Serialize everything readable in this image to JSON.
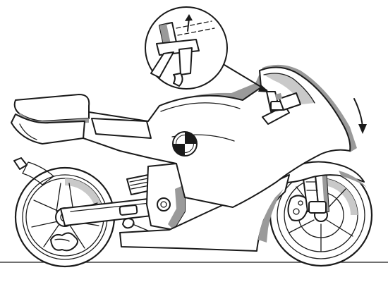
{
  "diagram": {
    "subject": "motorcycle-side-view",
    "callout": {
      "shape": "circle",
      "detail": "handlebar-adjustment",
      "arrow": "up"
    },
    "fairing_arrow": {
      "direction": "down"
    },
    "colors": {
      "line": "#1a1a1a",
      "background": "#ffffff",
      "shadow": "#9a9a9a",
      "highlight": "#c9c9c9"
    }
  }
}
